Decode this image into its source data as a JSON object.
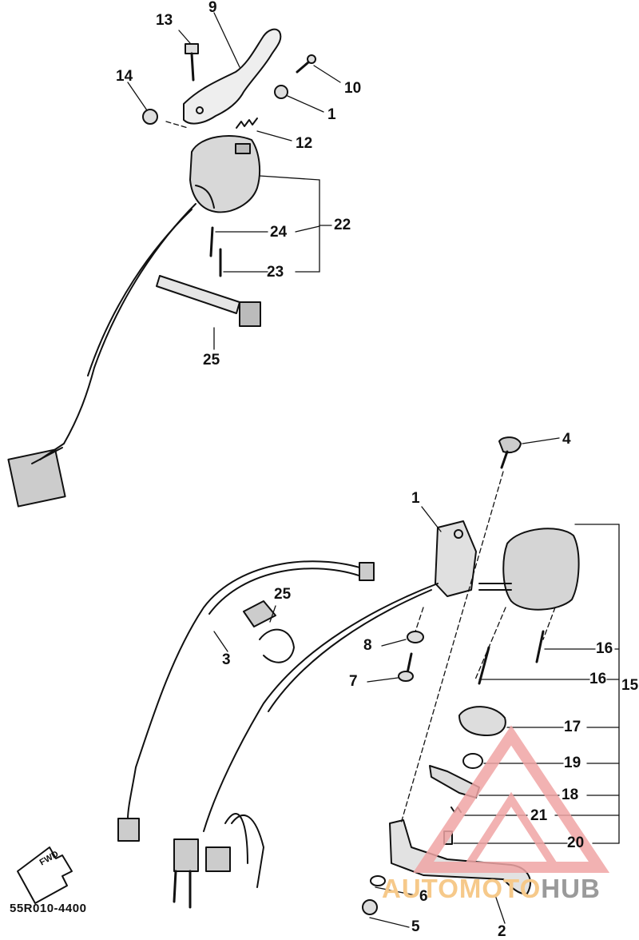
{
  "diagram": {
    "catalog_code": "55R010-4400",
    "direction_label": "FWD",
    "callouts": {
      "c1a": "1",
      "c1b": "1",
      "c2": "2",
      "c3": "3",
      "c4": "4",
      "c5": "5",
      "c6": "6",
      "c7": "7",
      "c8": "8",
      "c9": "9",
      "c10": "10",
      "c12": "12",
      "c13": "13",
      "c14": "14",
      "c15": "15",
      "c16a": "16",
      "c16b": "16",
      "c17": "17",
      "c18": "18",
      "c19": "19",
      "c20": "20",
      "c21": "21",
      "c22": "22",
      "c23": "23",
      "c24": "24",
      "c25a": "25",
      "c25b": "25"
    }
  },
  "watermark": {
    "text_main": "AUTOMOTO",
    "text_suffix": "HUB",
    "color_primary": "#f0a5a5",
    "color_text": "#f6c98a",
    "color_suffix": "#9a9a9a"
  }
}
